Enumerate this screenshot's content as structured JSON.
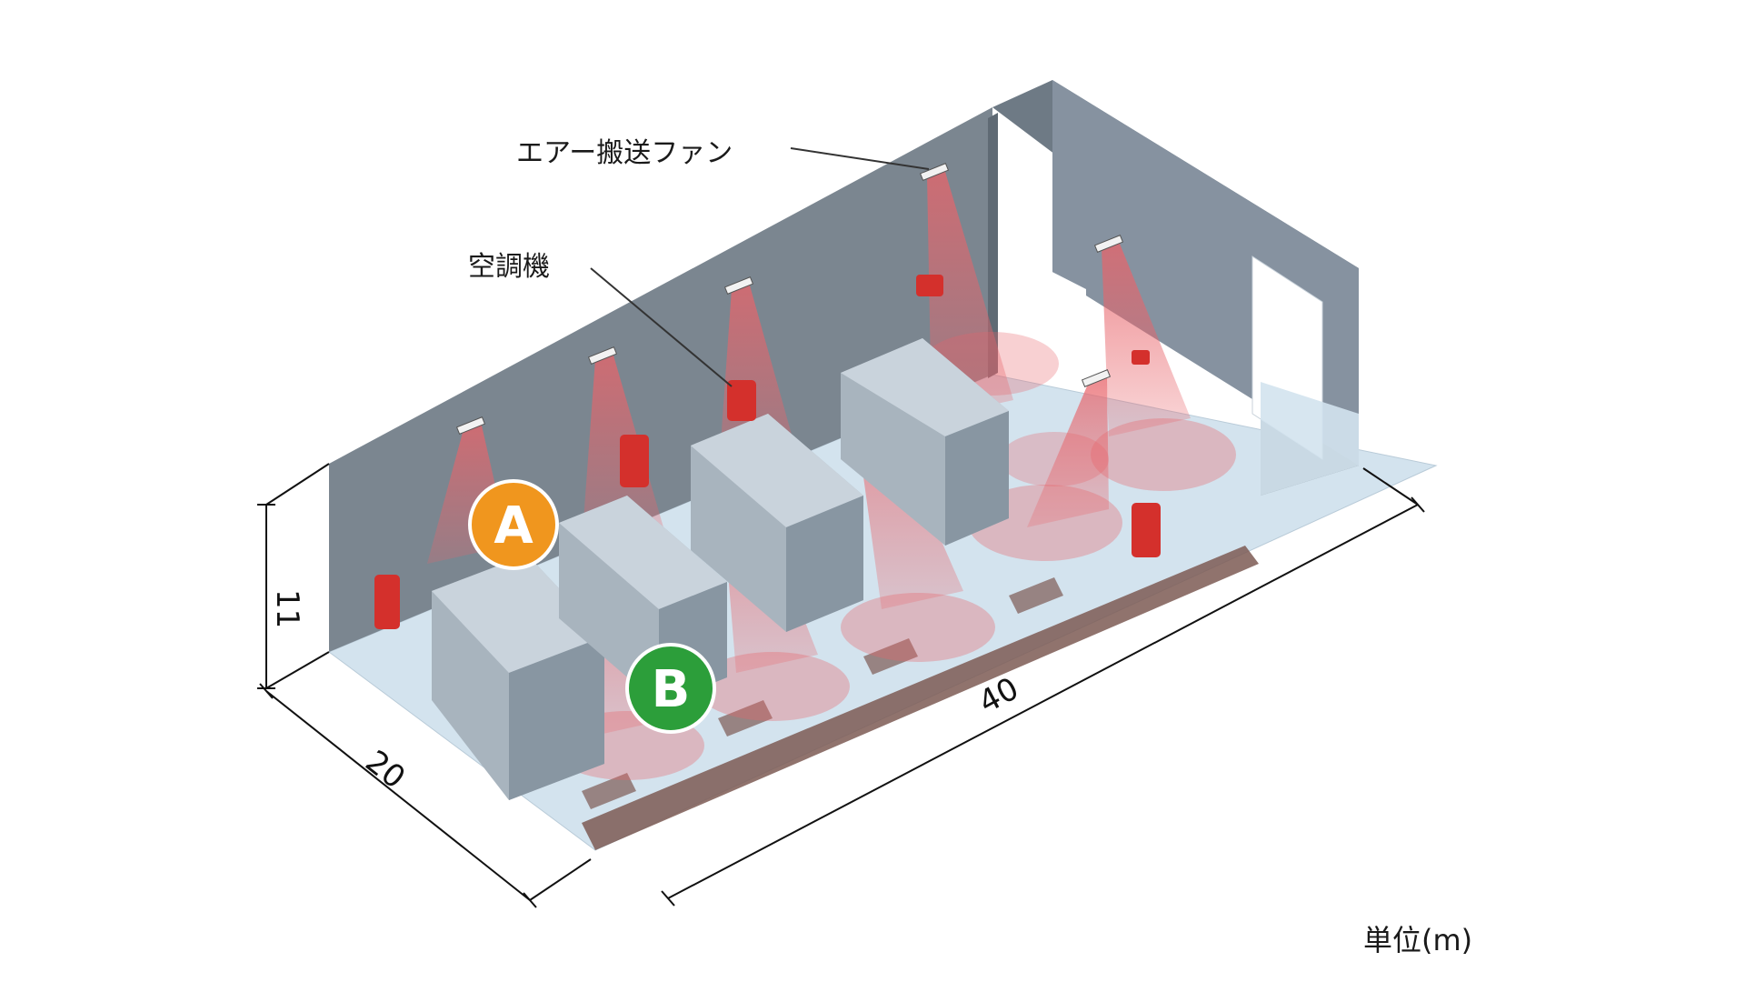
{
  "labels": {
    "air_fan": "エアー搬送ファン",
    "aircon": "空調機",
    "unit": "単位(m)"
  },
  "dimensions": {
    "height": "11",
    "width": "20",
    "length": "40"
  },
  "markers": {
    "a": "A",
    "b": "B"
  },
  "colors": {
    "wall": "#7b8690",
    "wall_dark": "#5f6a74",
    "floor": "#d3e3ee",
    "floor_strip": "#7d5a54",
    "box_top": "#d9e1e8",
    "box_front": "#a8b4be",
    "box_side": "#8896a2",
    "airflow": "#e8646a",
    "aircon_unit": "#d4302c",
    "fan": "#f2f2f2",
    "marker_a": "#f0961e",
    "marker_b": "#2c9e3a"
  }
}
